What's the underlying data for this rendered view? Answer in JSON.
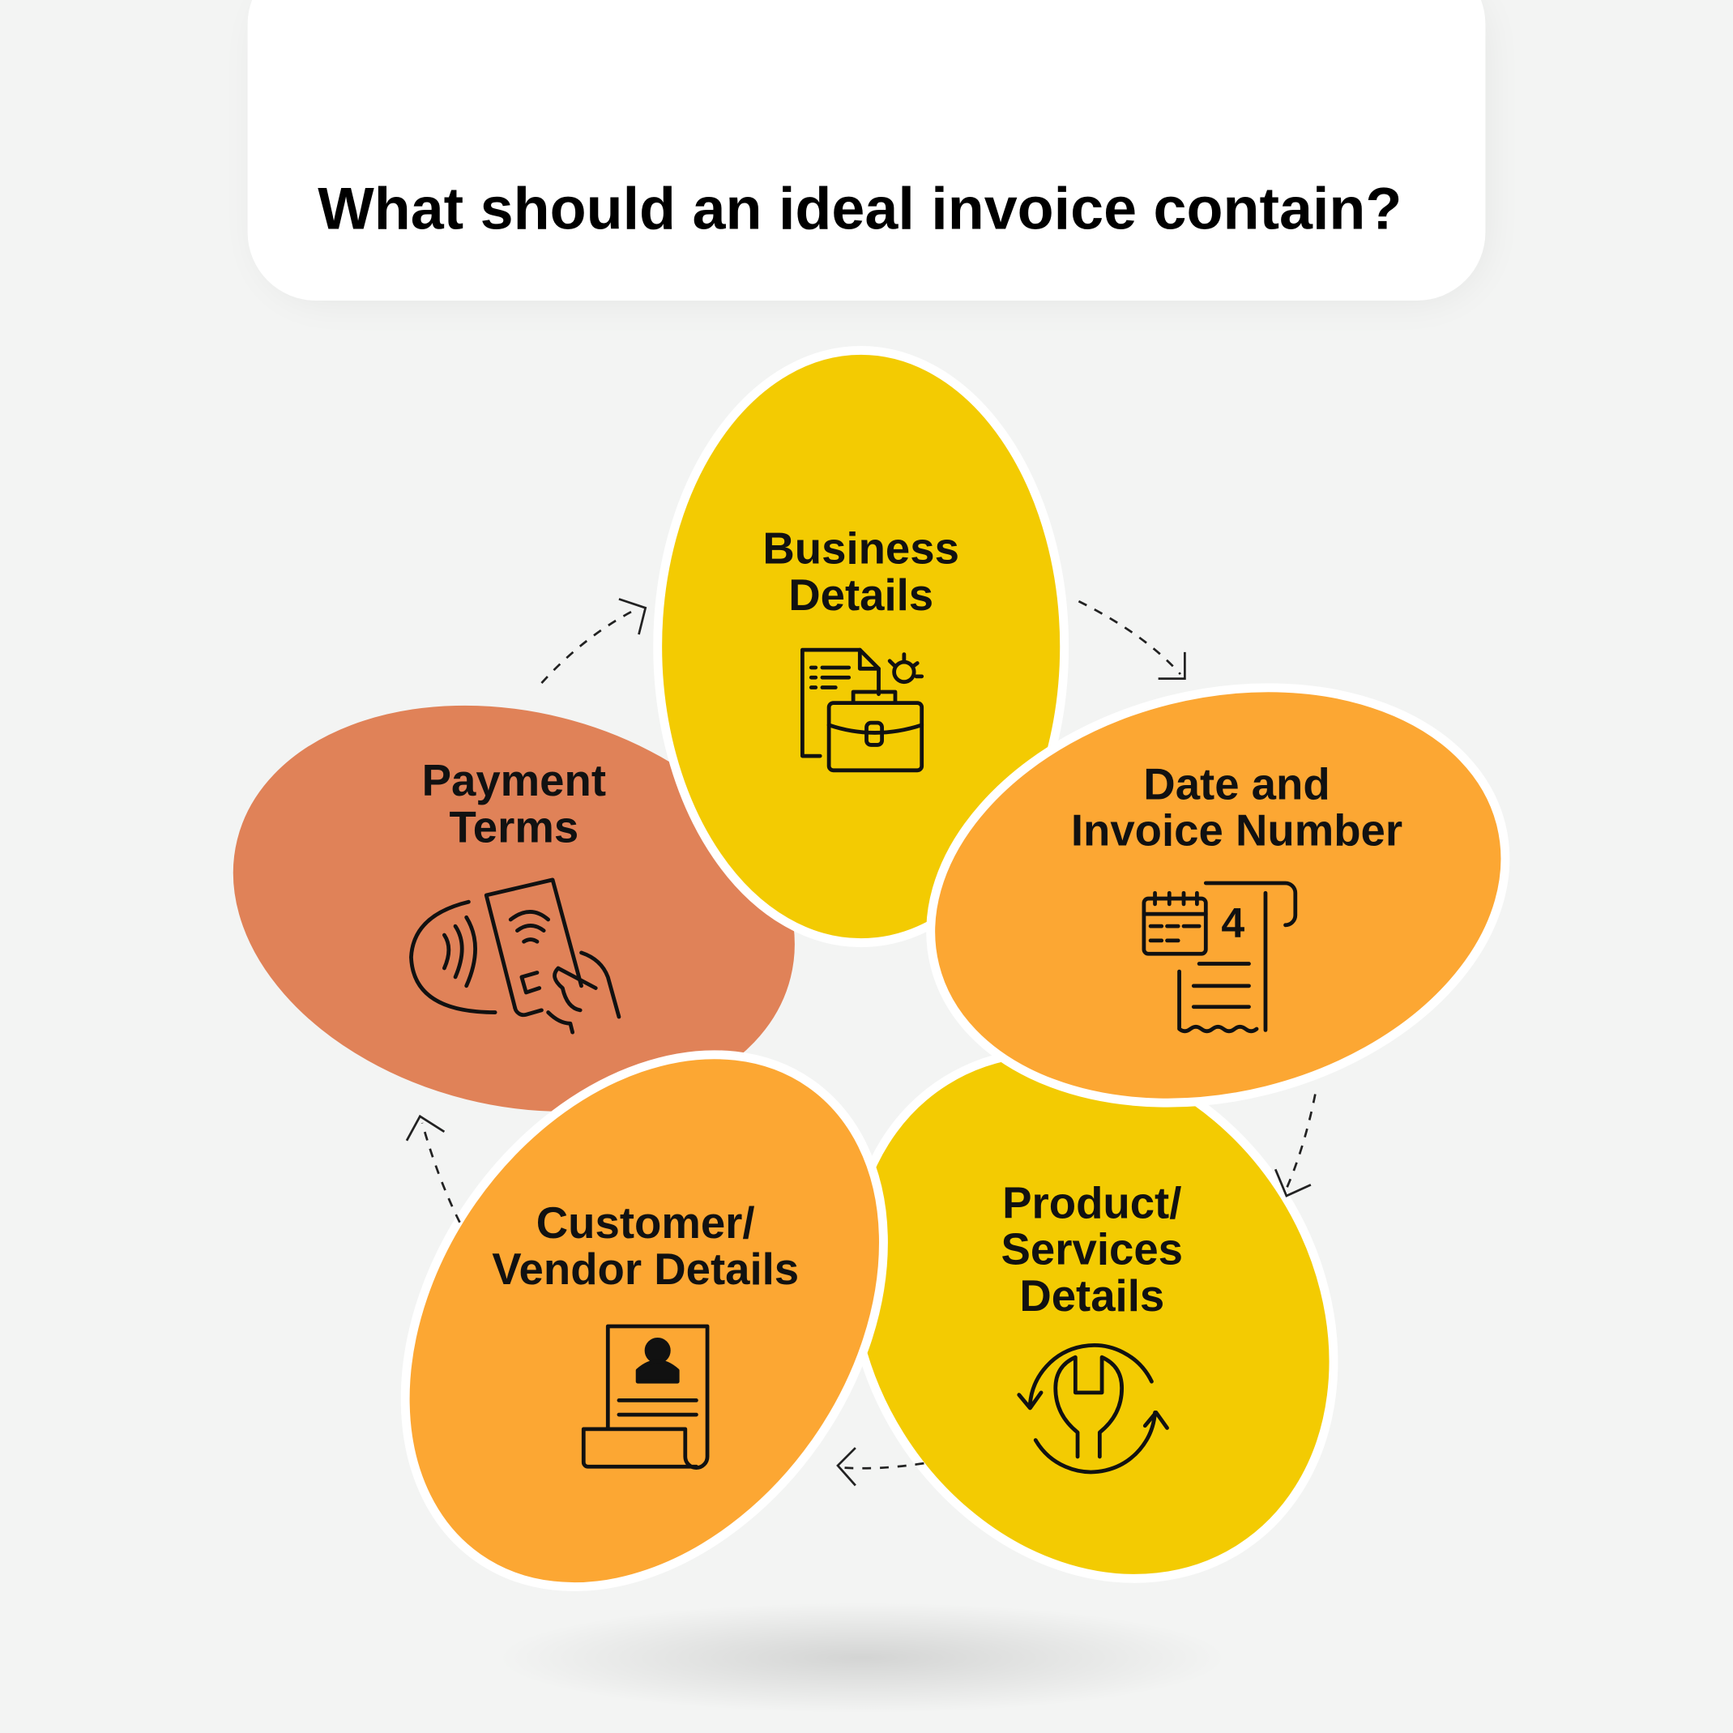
{
  "title": "What should an ideal invoice contain?",
  "colors": {
    "yellow": "#F3CB02",
    "orange": "#FCA733",
    "terracotta": "#E08258",
    "background": "#F3F4F3"
  },
  "petals": [
    {
      "line1": "Business",
      "line2": "Details",
      "icon": "document-briefcase-icon"
    },
    {
      "line1": "Date and",
      "line2": "Invoice Number",
      "icon": "calendar-receipt-icon"
    },
    {
      "line1": "Product/",
      "line2": "Services",
      "line3": "Details",
      "icon": "wrench-cycle-icon"
    },
    {
      "line1": "Customer/",
      "line2": "Vendor Details",
      "icon": "profile-document-icon"
    },
    {
      "line1": "Payment",
      "line2": "Terms",
      "icon": "contactless-payment-icon"
    }
  ],
  "calendar_number": "4"
}
